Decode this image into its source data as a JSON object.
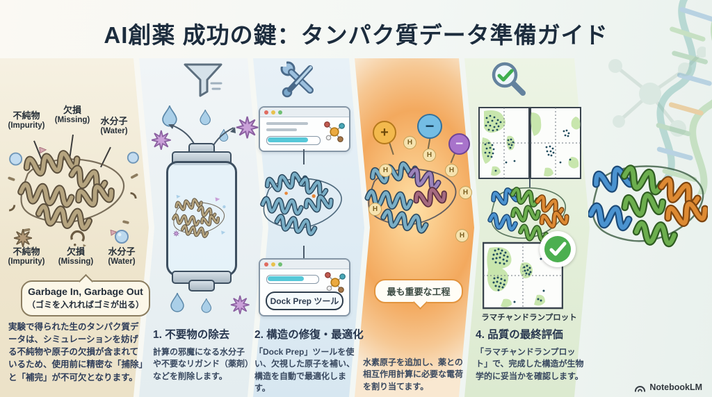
{
  "title": "AI創薬 成功の鍵：タンパク質データ準備ガイド",
  "panel1": {
    "labels_top": [
      {
        "jp": "不純物",
        "en": "(Impurity)"
      },
      {
        "jp": "欠損",
        "en": "(Missing)"
      },
      {
        "jp": "水分子",
        "en": "(Water)"
      }
    ],
    "labels_bottom": [
      {
        "jp": "不純物",
        "en": "(Impurity)"
      },
      {
        "jp": "欠損",
        "en": "(Missing)"
      },
      {
        "jp": "水分子",
        "en": "(Water)"
      }
    ],
    "callout": {
      "line1": "Garbage In, Garbage Out",
      "line2": "（ゴミを入れればゴミが出る）"
    },
    "body": "実験で得られた生のタンパク質データは、シミュレーションを妨げる不純物や原子の欠損が含まれているため、使用前に精密な「捕除」と「補完」が不可欠となります。"
  },
  "panel2": {
    "heading": "1. 不要物の除去",
    "body": "計算の邪魔になる水分子や不要なリガンド（薬剤）などを削除します。"
  },
  "panel3": {
    "heading": "2. 構造の修復・最適化",
    "body": "「Dock Prep」ツールを使い、欠視した原子を補い、構造を自動で最適化します。",
    "tool_label": "Dock Prep ツール"
  },
  "panel4": {
    "callout": "最も重要な工程",
    "body": "水素原子を追加し、薬との相互作用計算に必要な電荷を割り当てます。",
    "charge_plus": "+",
    "charge_minus": "−",
    "hydrogen": "H"
  },
  "panel5": {
    "heading": "4. 品質の最終評価",
    "body": "「ラマチャンドランプロット」で、完成した構造が生物学的に妥当かを確認します。",
    "plot_label": "ラマチャンドランプロット"
  },
  "footer": {
    "brand": "NotebookLM"
  }
}
